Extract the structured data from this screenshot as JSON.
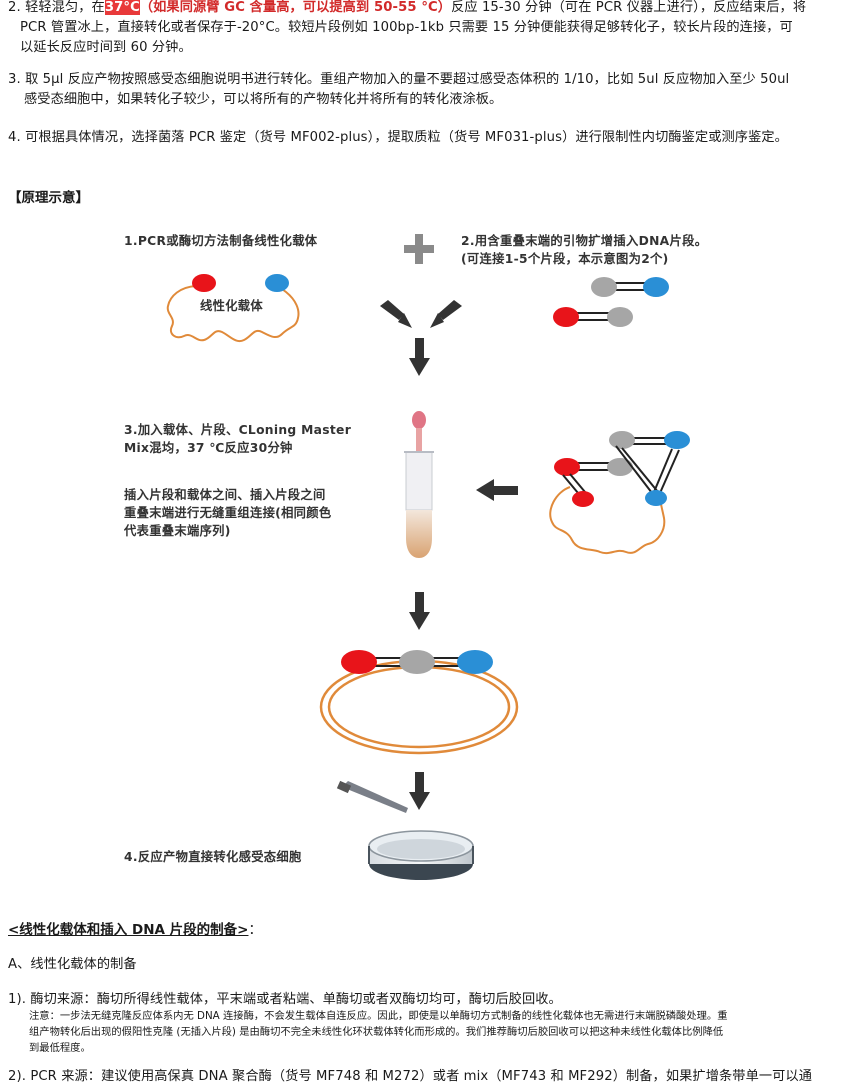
{
  "step2": {
    "num": "2.",
    "pre": "轻轻混匀，在",
    "temp": "37°C",
    "note_red": "（如果同源臂 GC 含量高，可以提高到 50-55 °C）",
    "post1": "反应 15-30 分钟（可在 PCR 仪器上进行），反应结束后，将",
    "line2": "PCR 管置冰上，直接转化或者保存于-20°C。较短片段例如 100bp-1kb 只需要 15 分钟便能获得足够转化子，较长片段的连接，可",
    "line3": "以延长反应时间到 60 分钟。"
  },
  "step3": {
    "num": "3.",
    "line1": "取 5μl 反应产物按照感受态细胞说明书进行转化。重组产物加入的量不要超过感受态体积的 1/10，比如 5ul 反应物加入至少 50ul",
    "line2": "感受态细胞中，如果转化子较少，可以将所有的产物转化并将所有的转化液涂板。"
  },
  "step4": {
    "num": "4.",
    "line1": "可根据具体情况，选择菌落 PCR 鉴定（货号 MF002-plus），提取质粒（货号 MF031-plus）进行限制性内切酶鉴定或测序鉴定。"
  },
  "principle_heading": "【原理示意】",
  "diagram": {
    "step1": "1.PCR或酶切方法制备线性化载体",
    "vector_label": "线性化载体",
    "step2_line1": "2.用含重叠末端的引物扩增插入DNA片段。",
    "step2_line2": "(可连接1-5个片段，本示意图为2个)",
    "step3_line1": "3.加入载体、片段、CLoning Master",
    "step3_line2": "Mix混均，37 ℃反应30分钟",
    "desc_line1": "插入片段和载体之间、插入片段之间",
    "desc_line2": "重叠末端进行无缝重组连接(相同颜色",
    "desc_line3": "代表重叠末端序列)",
    "step4": "4.反应产物直接转化感受态细胞",
    "colors": {
      "red": "#e8141a",
      "blue": "#2a8fd6",
      "gray": "#a6a6a6",
      "orange": "#e08a3a"
    }
  },
  "prep_heading": "<线性化载体和插入 DNA 片段的制备>",
  "prep_colon": "：",
  "section_a": "A、线性化载体的制备",
  "item1": {
    "line": "1). 酶切来源：酶切所得线性载体，平末端或者粘端、单酶切或者双酶切均可，酶切后胶回收。",
    "note1": "注意：一步法无缝克隆反应体系内无 DNA 连接酶，不会发生载体自连反应。因此，即使是以单酶切方式制备的线性化载体也无需进行末端脱磷酸处理。重",
    "note2": "组产物转化后出现的假阳性克隆 (无插入片段) 是由酶切不完全未线性化环状载体转化而形成的。我们推荐酶切后胶回收可以把这种未线性化载体比例降低",
    "note3": "到最低程度。"
  },
  "item2": {
    "line": "2). PCR 来源：建议使用高保真 DNA 聚合酶（货号 MF748 和 M272）或者 mix（MF743 和 MF292）制备，如果扩增条带单一可以通"
  }
}
